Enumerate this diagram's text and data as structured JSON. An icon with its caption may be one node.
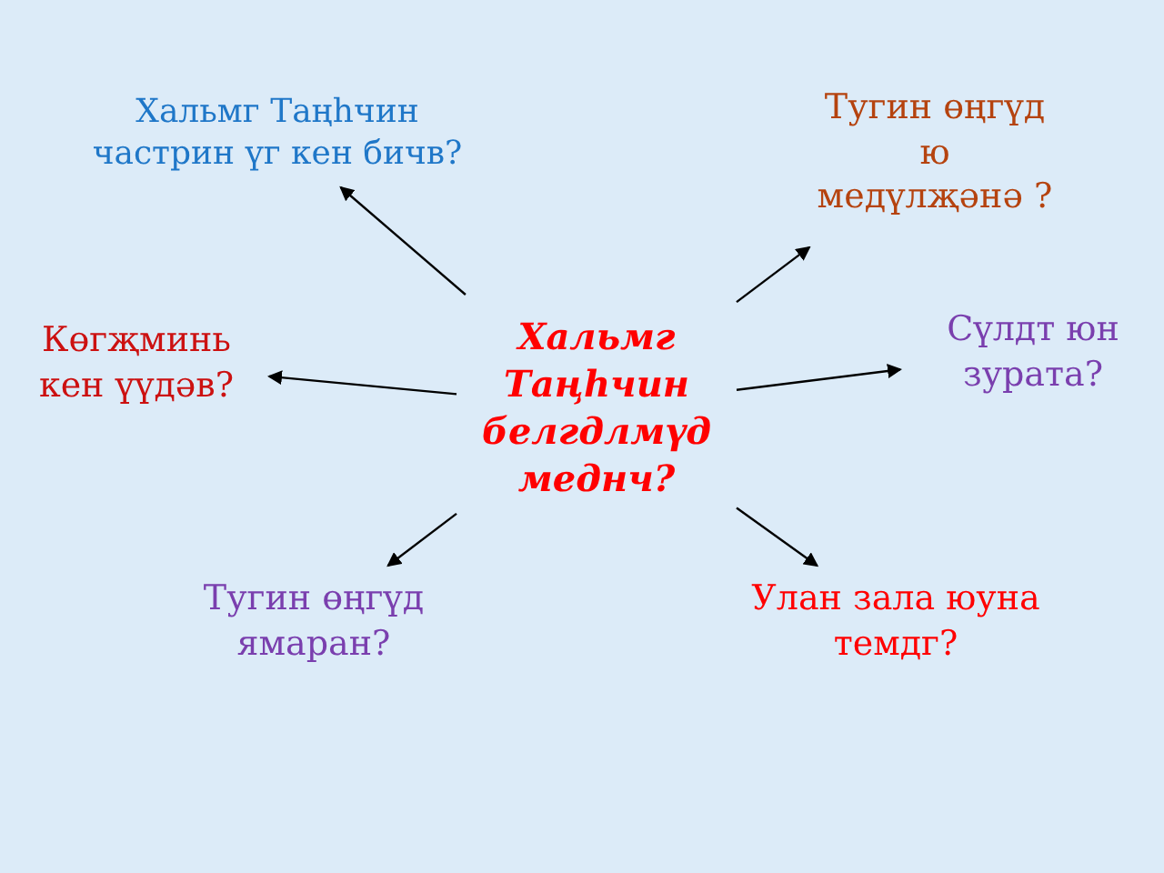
{
  "diagram": {
    "nodes": [
      {
        "text": [
          "Хальмг Таңһчин белгдлмүд меднч?"
        ]
      },
      {
        "text": [
          "Хальмг Таңһчин частрин үг кен бичв?"
        ]
      },
      {
        "text": [
          "Тугин өңгүд ю медүлҗәнә ?"
        ]
      },
      {
        "text": [
          "Көгҗминь кен үүдәв?"
        ]
      },
      {
        "text": [
          "Сүлдт юн зурата?"
        ]
      },
      {
        "text": [
          "Тугин өңгүд ямаран?"
        ]
      },
      {
        "text": [
          "Улан зала юуна темдг?"
        ]
      }
    ],
    "edges": [
      {
        "from": 0,
        "to": 1,
        "arrow": "to"
      },
      {
        "from": 0,
        "to": 2,
        "arrow": "to"
      },
      {
        "from": 0,
        "to": 3,
        "arrow": "to"
      },
      {
        "from": 0,
        "to": 4,
        "arrow": "to"
      },
      {
        "from": 0,
        "to": 5,
        "arrow": "to"
      },
      {
        "from": 0,
        "to": 6,
        "arrow": "to"
      }
    ]
  }
}
